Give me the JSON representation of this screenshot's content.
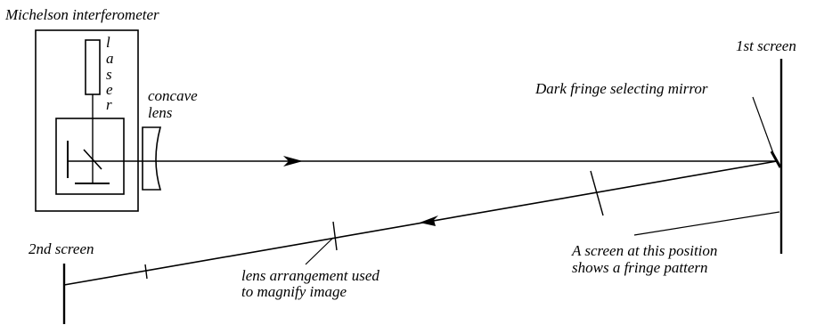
{
  "labels": {
    "title": "Michelson interferometer",
    "laser": [
      "l",
      "a",
      "s",
      "e",
      "r"
    ],
    "concave_lens": [
      "concave",
      "lens"
    ],
    "first_screen": "1st screen",
    "mirror": "Dark fringe selecting mirror",
    "second_screen": "2nd screen",
    "lens_arrangement": [
      "lens arrangement used",
      "to magnify image"
    ],
    "screen_position": [
      "A screen at this position",
      "shows a fringe pattern"
    ]
  }
}
